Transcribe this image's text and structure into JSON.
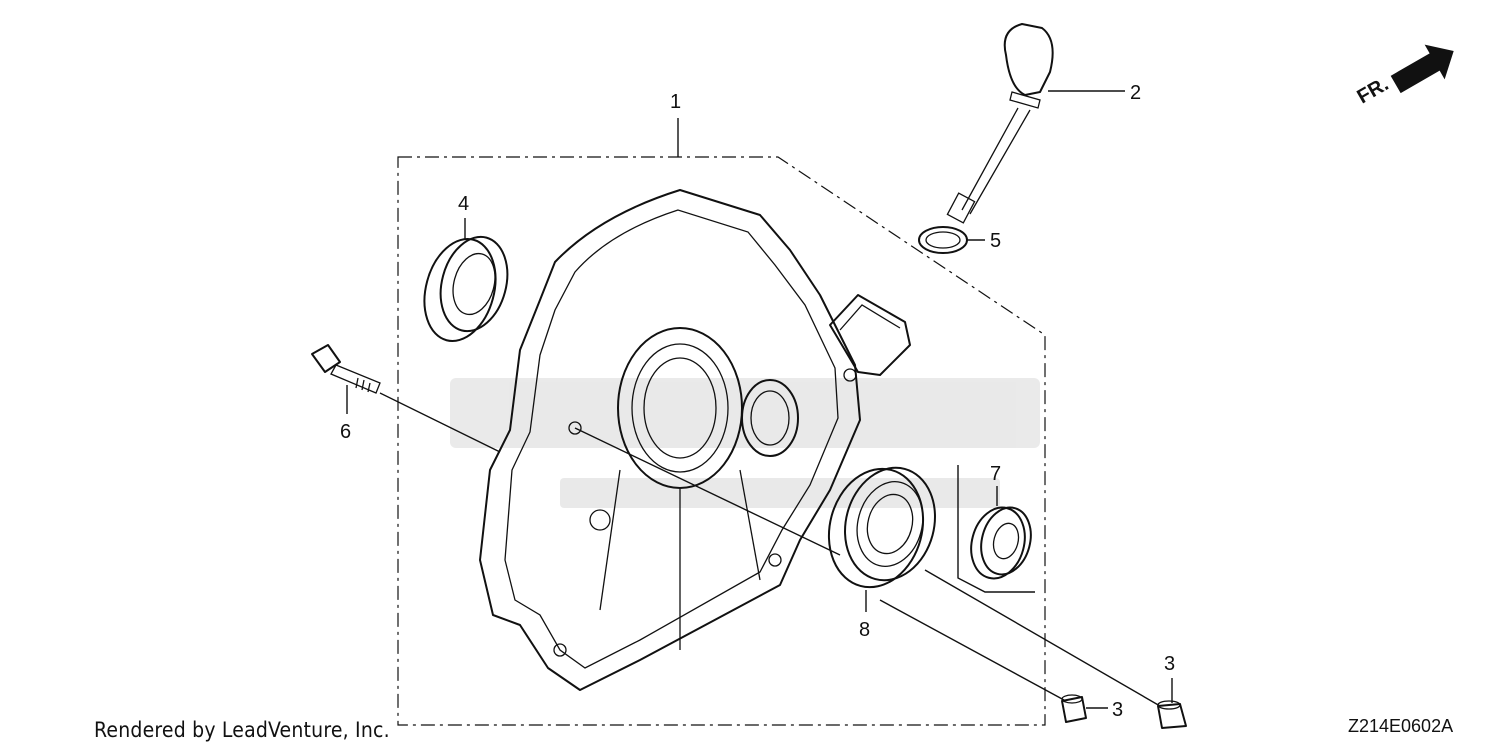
{
  "callouts": [
    {
      "id": "1",
      "label": "1"
    },
    {
      "id": "2",
      "label": "2"
    },
    {
      "id": "3a",
      "label": "3"
    },
    {
      "id": "3b",
      "label": "3"
    },
    {
      "id": "4",
      "label": "4"
    },
    {
      "id": "5",
      "label": "5"
    },
    {
      "id": "6",
      "label": "6"
    },
    {
      "id": "7",
      "label": "7"
    },
    {
      "id": "8",
      "label": "8"
    }
  ],
  "direction_label": "FR.",
  "credit": "Rendered by LeadVenture, Inc.",
  "diagram_code": "Z214E0602A"
}
